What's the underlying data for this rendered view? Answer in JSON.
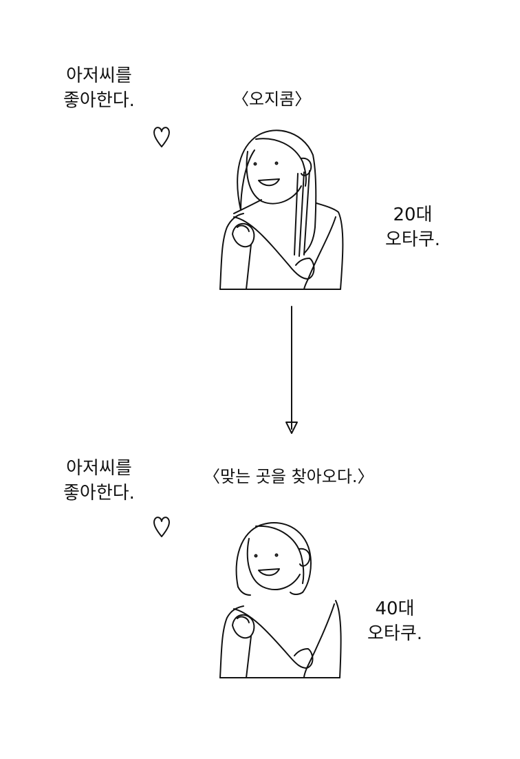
{
  "panel_top": {
    "left_text": "아저씨를\n좋아한다.",
    "title": "〈오지콤〉",
    "right_text": "20대\n오타쿠.",
    "heart_icon": "heart-icon"
  },
  "panel_bottom": {
    "left_text": "아저씨를\n좋아한다.",
    "title": "〈맞는 곳을 찾아오다.〉",
    "right_text": "40대\n오타쿠.",
    "heart_icon": "heart-icon"
  },
  "colors": {
    "ink": "#111111",
    "background": "#ffffff"
  }
}
